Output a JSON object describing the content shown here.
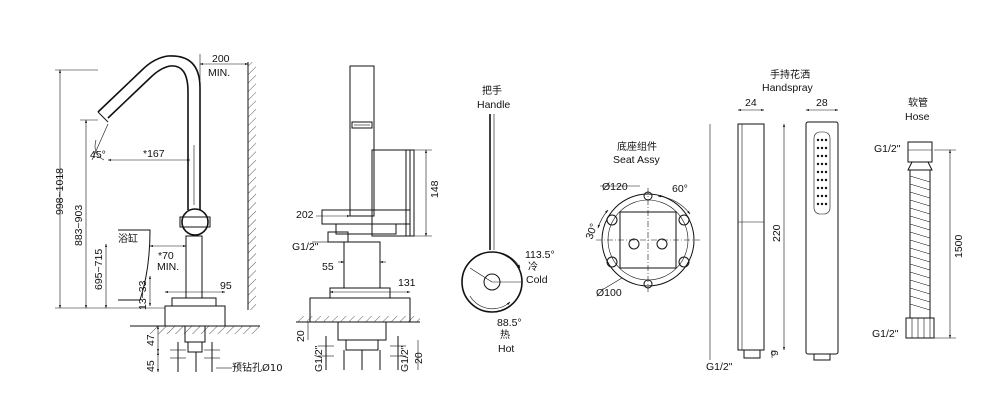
{
  "views": {
    "side": {
      "dim_top": "200",
      "dim_top_sub": "MIN.",
      "dim_total_height": "998~1018",
      "dim_spout_height": "883~903",
      "dim_handle_height": "695~715",
      "dim_base_height": "13~33",
      "dim_angle": "45°",
      "dim_reach": "*167",
      "dim_min_gap": "*70",
      "dim_min_gap_sub": "MIN.",
      "dim_base_width": "95",
      "dim_lower_1": "47",
      "dim_lower_2": "45",
      "bathtub_label": "浴缸",
      "drill_hole_label": "预钻孔Ø10"
    },
    "front": {
      "dim_202": "202",
      "dim_thread": "G1/2\"",
      "dim_55": "55",
      "dim_148": "148",
      "dim_131": "131",
      "dim_20_left": "20",
      "dim_20_right": "20",
      "dim_thread_low_left": "G1/2\"",
      "dim_thread_low_right": "G1/2\""
    },
    "handle": {
      "title_cn": "把手",
      "title_en": "Handle",
      "angle_cold": "113.5°",
      "cold_cn": "冷",
      "cold_en": "Cold",
      "angle_hot": "88.5°",
      "hot_cn": "热",
      "hot_en": "Hot"
    },
    "seat": {
      "title_cn": "底座组件",
      "title_en": "Seat Assy",
      "dim_120": "Ø120",
      "dim_60": "60°",
      "dim_30": "30°",
      "dim_100": "Ø100"
    },
    "handspray": {
      "title_cn": "手持花洒",
      "title_en": "Handspray",
      "dim_24": "24",
      "dim_28": "28",
      "dim_220": "220",
      "dim_9": "9",
      "thread": "G1/2\""
    },
    "hose": {
      "title_cn": "软管",
      "title_en": "Hose",
      "thread_top": "G1/2\"",
      "length": "1500",
      "thread_bottom": "G1/2\""
    }
  }
}
